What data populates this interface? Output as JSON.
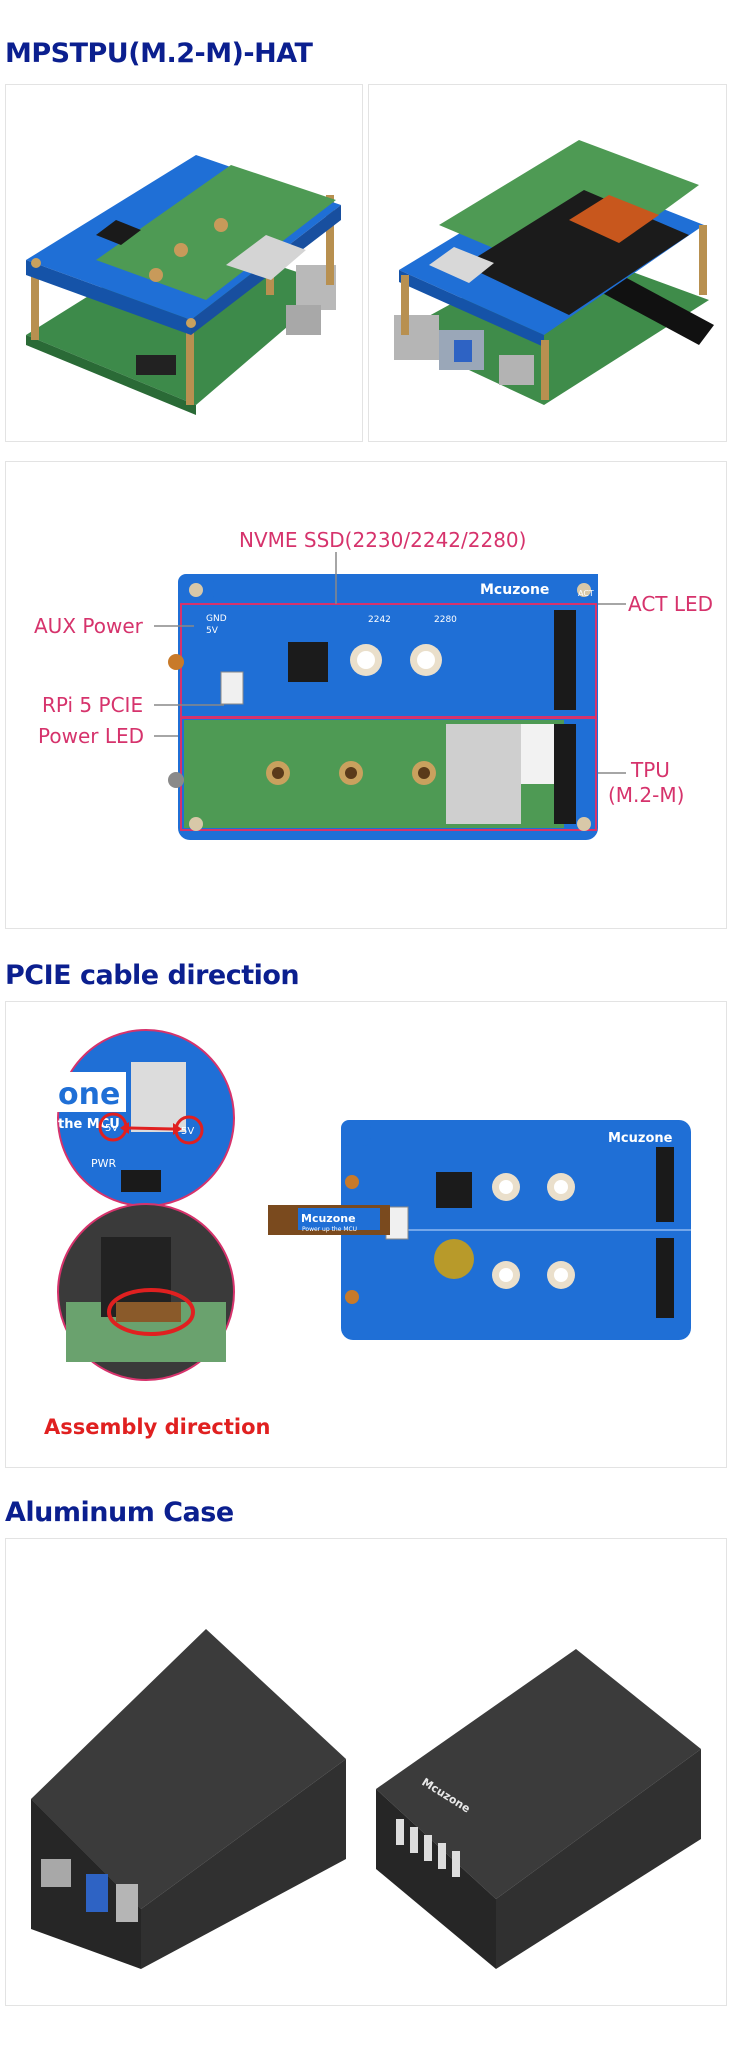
{
  "sections": {
    "hat": {
      "title": "MPSTPU(M.2-M)-HAT"
    },
    "cable": {
      "title": "PCIE cable direction",
      "caption": "Assembly direction"
    },
    "case": {
      "title": "Aluminum Case"
    }
  },
  "board": {
    "brand": "Mcuzone",
    "slogan": "Power up the MCU",
    "silk_gnd": "GND",
    "silk_5v": "5V",
    "silk_2242": "2242",
    "silk_2280": "2280",
    "silk_act": "ACT"
  },
  "callouts": {
    "nvme": "NVME SSD(2230/2242/2280)",
    "aux": "AUX Power",
    "act": "ACT LED",
    "rpi": "RPi 5 PCIE",
    "pwr": "Power LED",
    "tpu1": "TPU",
    "tpu2": "(M.2-M)"
  },
  "zoom": {
    "one": "one",
    "mcu": "the MCU",
    "v5a": "5V",
    "v5b": "5V",
    "pwr": "PWR"
  },
  "case_brand": "Mcuzone",
  "colors": {
    "title": "#0b1f8f",
    "callout": "#d6336c",
    "pcb_blue": "#1f6fd6",
    "pcb_green": "#4e9a54",
    "caption_red": "#e02020"
  }
}
